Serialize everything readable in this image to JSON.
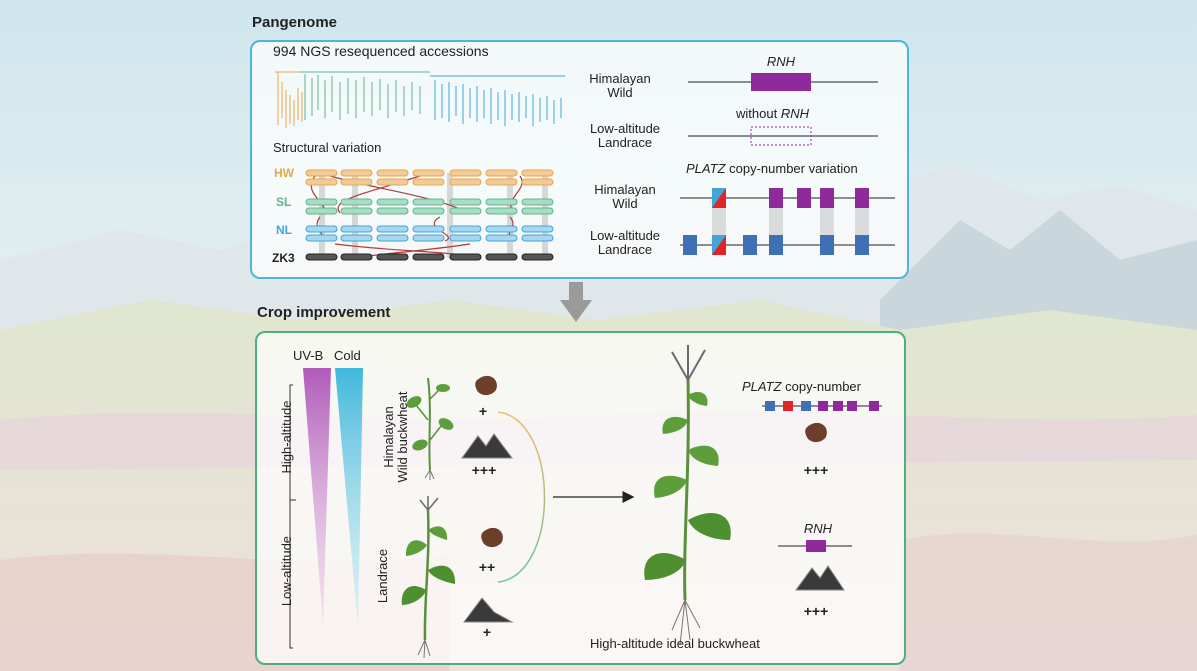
{
  "pangenome": {
    "section_title": "Pangenome",
    "accessions_label": "994 NGS resequenced accessions",
    "sv_label": "Structural variation",
    "tracks": [
      {
        "label": "HW",
        "color": "#e8a64a"
      },
      {
        "label": "SL",
        "color": "#5fb58b"
      },
      {
        "label": "NL",
        "color": "#3fa7d8"
      },
      {
        "label": "ZK3",
        "color": "#222222"
      }
    ],
    "rnh_gene": "RNH",
    "without_rnh_prefix": "without",
    "without_rnh_gene": "RNH",
    "himalayan_wild_line1": "Himalayan",
    "himalayan_wild_line2": "Wild",
    "low_altitude_line1": "Low-altitude",
    "low_altitude_line2": "Landrace",
    "platz_gene": "PLATZ",
    "platz_cnv_suffix": "copy-number variation"
  },
  "crop": {
    "section_title": "Crop improvement",
    "uvb_label": "UV-B",
    "cold_label": "Cold",
    "high_altitude_label": "High-altitude",
    "low_altitude_label": "Low-altitude",
    "himalayan_wild_buckwheat_line1": "Himalayan",
    "himalayan_wild_buckwheat_line2": "Wild buckwheat",
    "landrace_label": "Landrace",
    "wild_uv_level": "+",
    "wild_cold_level": "+++",
    "landrace_uv_level": "++",
    "landrace_cold_level": "+",
    "ideal_label": "High-altitude ideal buckwheat",
    "ideal_platz_gene": "PLATZ",
    "ideal_platz_suffix": "copy-number",
    "ideal_uv_level": "+++",
    "ideal_rnh_gene": "RNH",
    "ideal_cold_level": "+++"
  },
  "colors": {
    "pangenome_border": "#4db6d4",
    "crop_border": "#4caf7d",
    "rnh_purple": "#8e2a9b",
    "platz_blue": "#3f6fb5",
    "platz_red": "#e2232a",
    "uvb_gradient": "#b05bb8",
    "cold_gradient": "#3fb8dc",
    "sv_link": "#b23a3a"
  }
}
